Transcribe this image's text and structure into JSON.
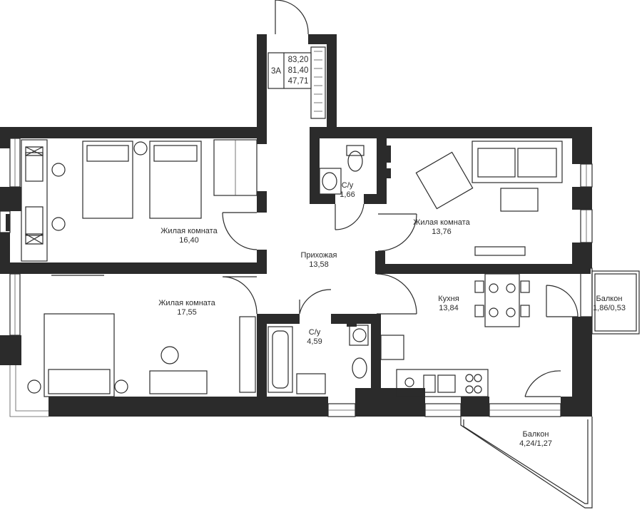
{
  "apartment": {
    "type": "3А",
    "area_total": "83,20",
    "area_living_net": "81,40",
    "area_living": "47,71"
  },
  "rooms": [
    {
      "id": "living-room-1",
      "name": "Жилая комната",
      "area": "16,40"
    },
    {
      "id": "hallway",
      "name": "Прихожая",
      "area": "13,58"
    },
    {
      "id": "bathroom-small",
      "name": "С/у",
      "area": "1,66"
    },
    {
      "id": "living-room-2",
      "name": "Жилая комната",
      "area": "13,76"
    },
    {
      "id": "living-room-3",
      "name": "Жилая комната",
      "area": "17,55"
    },
    {
      "id": "bathroom-large",
      "name": "С/у",
      "area": "4,59"
    },
    {
      "id": "kitchen",
      "name": "Кухня",
      "area": "13,84"
    },
    {
      "id": "balcony-1",
      "name": "Балкон",
      "area": "1,86/0,53"
    },
    {
      "id": "balcony-2",
      "name": "Балкон",
      "area": "4,24/1,27"
    }
  ],
  "colors": {
    "wall": "#2b2b2b",
    "background": "#ffffff"
  }
}
